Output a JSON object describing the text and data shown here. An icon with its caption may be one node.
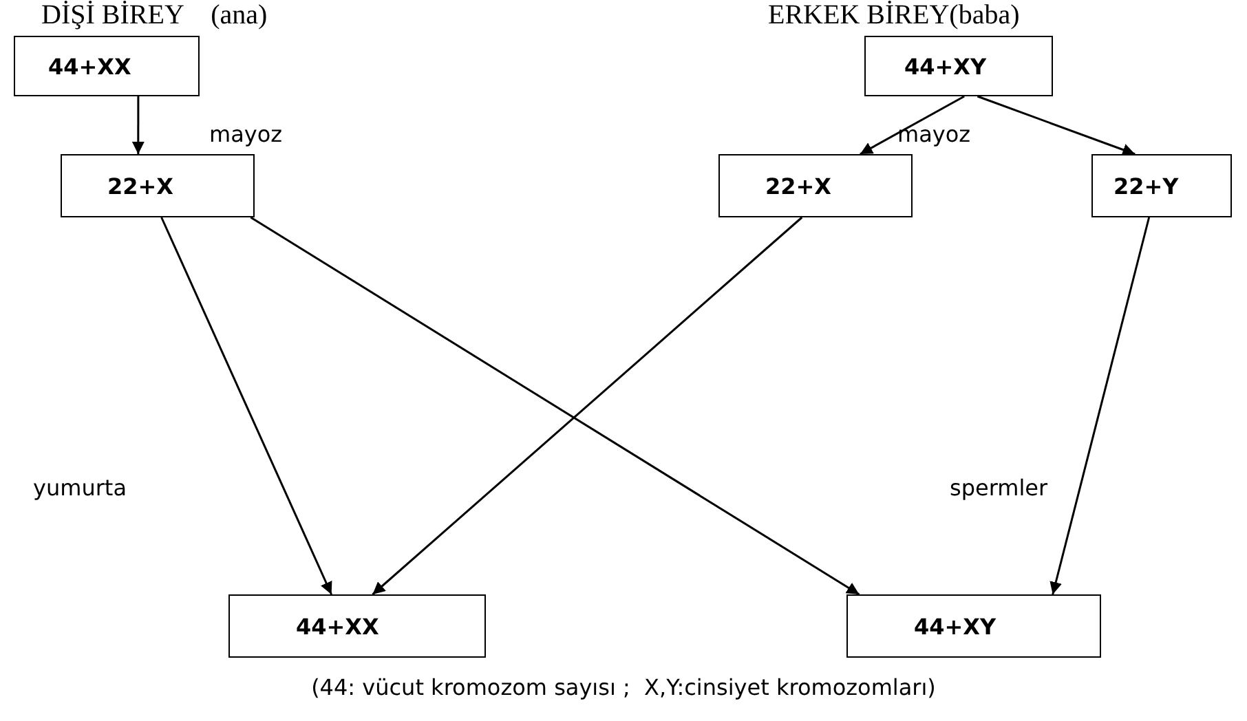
{
  "diagram": {
    "caption": "(44: vücut kromozom sayısı ;  X,Y:cinsiyet kromozomları)",
    "nodes": [
      {
        "text": [
          "DİŞİ BİREY    (ana)",
          "44+XX"
        ]
      },
      {
        "text": [
          "ERKEK BİREY(baba)",
          "44+XY"
        ]
      },
      {
        "text": [
          "22+X"
        ]
      },
      {
        "text": [
          "22+X"
        ]
      },
      {
        "text": [
          "22+Y"
        ]
      },
      {
        "text": [
          "44+XX"
        ]
      },
      {
        "text": [
          "44+XY"
        ]
      }
    ],
    "edges": [
      {
        "from": 0,
        "to": 2,
        "arrow": "to"
      },
      {
        "from": 1,
        "to": 3,
        "arrow": "to"
      },
      {
        "from": 1,
        "to": 4,
        "arrow": "to"
      },
      {
        "from": 2,
        "to": 5,
        "arrow": "to"
      },
      {
        "from": 2,
        "to": 6,
        "arrow": "to"
      },
      {
        "from": 3,
        "to": 5,
        "arrow": "to"
      },
      {
        "from": 4,
        "to": 6,
        "arrow": "to"
      }
    ],
    "labels": [
      "mayoz",
      "mayoz",
      "yumurta",
      "spermler"
    ]
  }
}
